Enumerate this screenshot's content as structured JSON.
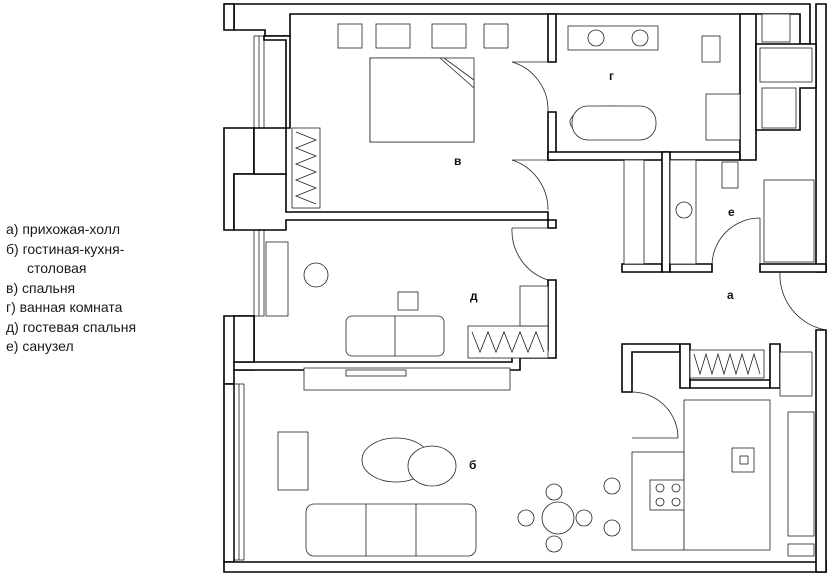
{
  "legend": {
    "a": "а) прихожая-холл",
    "b1": "б) гостиная-кухня-",
    "b2": "столовая",
    "v": "в) спальня",
    "g": "г) ванная комната",
    "d": "д) гостевая спальня",
    "e": "е) санузел"
  },
  "rooms": {
    "a": "а",
    "b": "б",
    "v": "в",
    "g": "г",
    "d": "д",
    "e": "е"
  }
}
